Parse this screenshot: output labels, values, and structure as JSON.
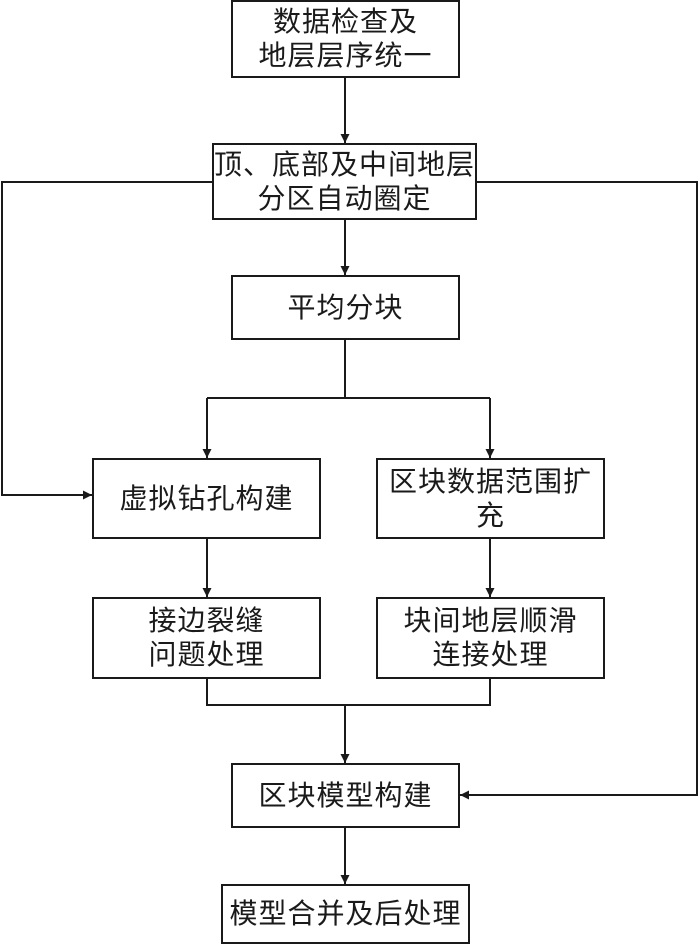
{
  "nodes": {
    "data_check": "数据检查及\n地层层序统一",
    "auto_zoning": "顶、底部及中间地层\n分区自动圈定",
    "average_block": "平均分块",
    "virtual_borehole": "虚拟钻孔构建",
    "block_range_expand": "区块数据范围扩充",
    "edge_crack": "接边裂缝\n问题处理",
    "smooth_connect": "块间地层顺滑\n连接处理",
    "block_model": "区块模型构建",
    "model_merge": "模型合并及后处理"
  }
}
